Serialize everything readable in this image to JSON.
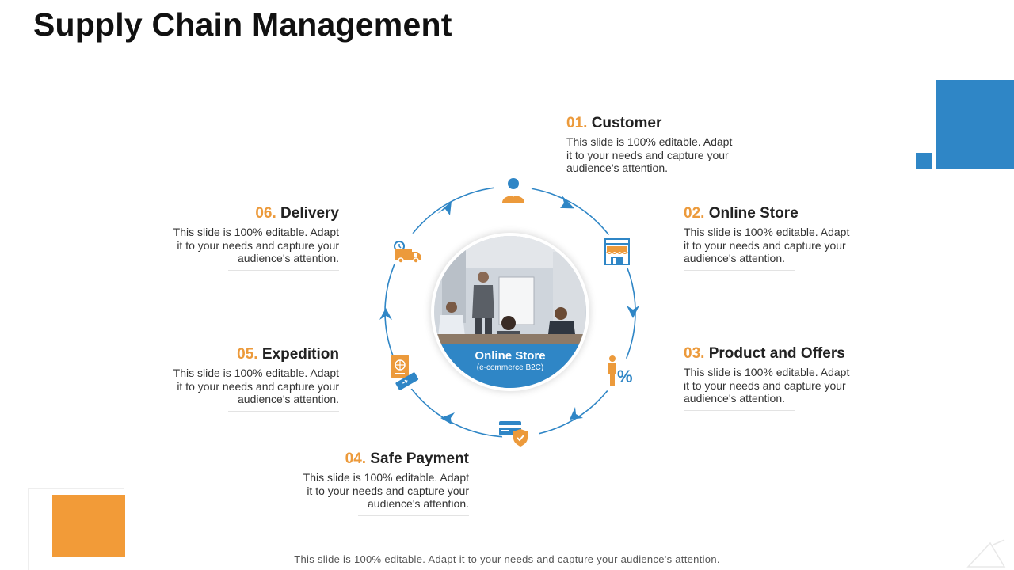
{
  "title": "Supply Chain Management",
  "center": {
    "label": "Online Store",
    "sublabel": "(e-commerce B2C)"
  },
  "steps": [
    {
      "num": "01.",
      "label": "Customer",
      "desc": "This slide is 100% editable. Adapt it to your needs and capture your audience's attention.",
      "icon": "customer-icon"
    },
    {
      "num": "02.",
      "label": "Online Store",
      "desc": "This slide is 100% editable. Adapt it to your needs and capture your audience's attention.",
      "icon": "storefront-icon"
    },
    {
      "num": "03.",
      "label": "Product and Offers",
      "desc": "This slide is 100% editable. Adapt it to your needs and capture your audience's attention.",
      "icon": "percent-offer-icon"
    },
    {
      "num": "04.",
      "label": "Safe Payment",
      "desc": "This slide is 100% editable. Adapt it to your needs and capture your audience's attention.",
      "icon": "secure-card-icon"
    },
    {
      "num": "05.",
      "label": "Expedition",
      "desc": "This slide is 100% editable. Adapt it to your needs and capture your audience's attention.",
      "icon": "passport-ticket-icon"
    },
    {
      "num": "06.",
      "label": "Delivery",
      "desc": "This slide is 100% editable. Adapt it to your needs and capture your audience's attention.",
      "icon": "delivery-truck-icon"
    }
  ],
  "footer": "This slide is 100% editable. Adapt it to your needs and capture your audience's attention.",
  "colors": {
    "accent_blue": "#2f86c6",
    "accent_orange": "#ec9a3b"
  }
}
